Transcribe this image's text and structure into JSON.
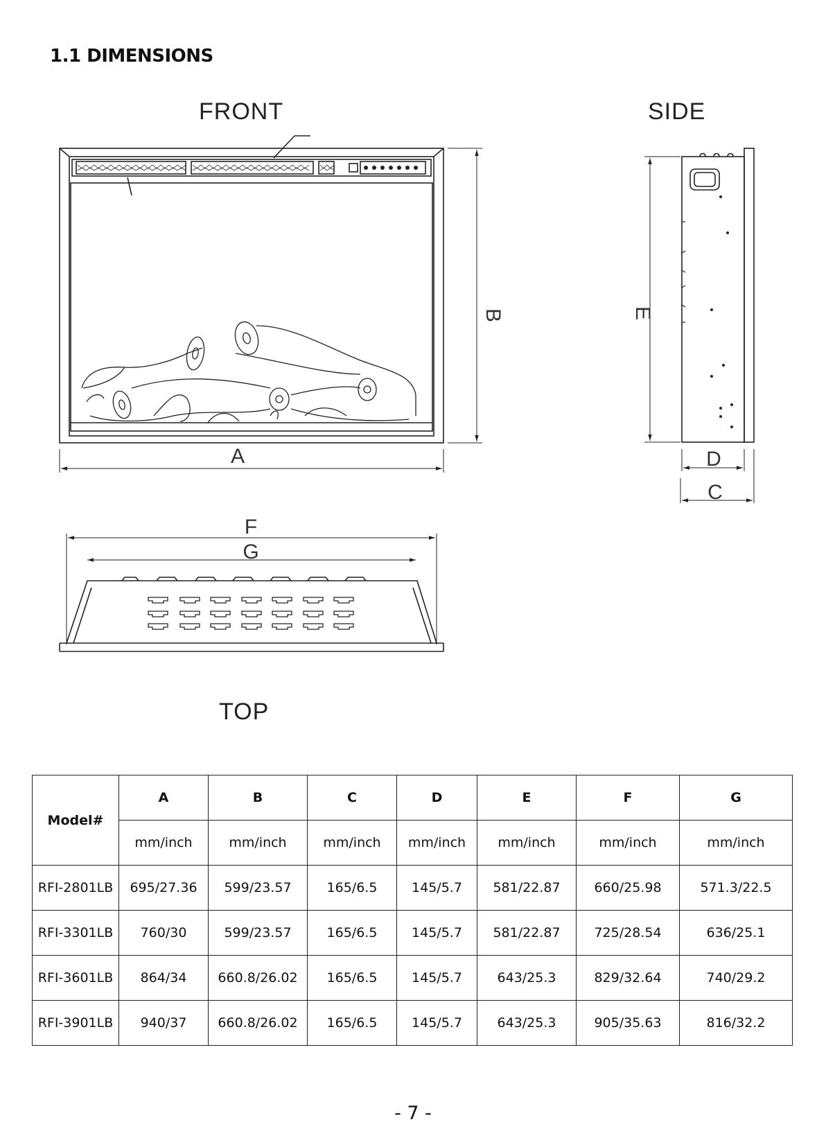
{
  "section_title": "1.1 DIMENSIONS",
  "view_labels": {
    "front": "FRONT",
    "side": "SIDE",
    "top": "TOP"
  },
  "dimension_letters": {
    "a": "A",
    "b": "B",
    "c": "C",
    "d": "D",
    "e": "E",
    "f": "F",
    "g": "G"
  },
  "table": {
    "model_header": "Model#",
    "columns": [
      "A",
      "B",
      "C",
      "D",
      "E",
      "F",
      "G"
    ],
    "unit": "mm/inch",
    "rows": [
      {
        "model": "RFI-2801LB",
        "values": [
          "695/27.36",
          "599/23.57",
          "165/6.5",
          "145/5.7",
          "581/22.87",
          "660/25.98",
          "571.3/22.5"
        ]
      },
      {
        "model": "RFI-3301LB",
        "values": [
          "760/30",
          "599/23.57",
          "165/6.5",
          "145/5.7",
          "581/22.87",
          "725/28.54",
          "636/25.1"
        ]
      },
      {
        "model": "RFI-3601LB",
        "values": [
          "864/34",
          "660.8/26.02",
          "165/6.5",
          "145/5.7",
          "643/25.3",
          "829/32.64",
          "740/29.2"
        ]
      },
      {
        "model": "RFI-3901LB",
        "values": [
          "940/37",
          "660.8/26.02",
          "165/6.5",
          "145/5.7",
          "643/25.3",
          "905/35.63",
          "816/32.2"
        ]
      }
    ]
  },
  "page_number": "- 7 -"
}
